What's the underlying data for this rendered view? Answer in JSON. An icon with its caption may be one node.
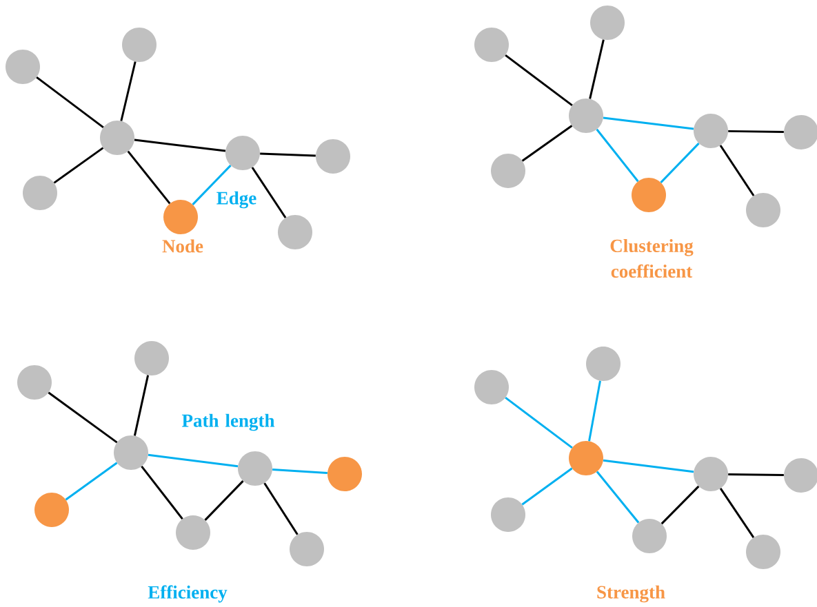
{
  "diagram": {
    "nodes": [
      {
        "text": [],
        "shape": "circle"
      },
      {
        "text": [],
        "shape": "circle"
      },
      {
        "text": [],
        "shape": "circle"
      },
      {
        "text": [],
        "shape": "circle"
      },
      {
        "text": [],
        "shape": "circle"
      },
      {
        "text": [],
        "shape": "circle"
      },
      {
        "text": [],
        "shape": "circle"
      },
      {
        "text": [],
        "shape": "circle"
      },
      {
        "text": [],
        "shape": "circle"
      },
      {
        "text": [],
        "shape": "circle"
      },
      {
        "text": [],
        "shape": "circle"
      },
      {
        "text": [],
        "shape": "circle"
      },
      {
        "text": [],
        "shape": "circle"
      },
      {
        "text": [],
        "shape": "circle"
      },
      {
        "text": [],
        "shape": "circle"
      },
      {
        "text": [],
        "shape": "circle"
      },
      {
        "text": [],
        "shape": "circle"
      },
      {
        "text": [],
        "shape": "circle"
      },
      {
        "text": [],
        "shape": "circle"
      },
      {
        "text": [],
        "shape": "circle"
      },
      {
        "text": [],
        "shape": "circle"
      },
      {
        "text": [],
        "shape": "circle"
      },
      {
        "text": [],
        "shape": "circle"
      },
      {
        "text": [],
        "shape": "circle"
      },
      {
        "text": [],
        "shape": "circle"
      },
      {
        "text": [],
        "shape": "circle"
      },
      {
        "text": [],
        "shape": "circle"
      },
      {
        "text": [],
        "shape": "circle"
      },
      {
        "text": [],
        "shape": "circle"
      },
      {
        "text": [],
        "shape": "circle"
      },
      {
        "text": [],
        "shape": "circle"
      },
      {
        "text": [],
        "shape": "circle"
      }
    ],
    "edges": [
      {
        "from": 0,
        "to": 2,
        "arrow": "none"
      },
      {
        "from": 1,
        "to": 2,
        "arrow": "none"
      },
      {
        "from": 3,
        "to": 2,
        "arrow": "none"
      },
      {
        "from": 2,
        "to": 4,
        "arrow": "none"
      },
      {
        "from": 2,
        "to": 6,
        "arrow": "none"
      },
      {
        "from": 6,
        "to": 4,
        "arrow": "none",
        "color": "#00b0f0"
      },
      {
        "from": 4,
        "to": 5,
        "arrow": "none"
      },
      {
        "from": 4,
        "to": 7,
        "arrow": "none"
      },
      {
        "from": 8,
        "to": 10,
        "arrow": "none"
      },
      {
        "from": 9,
        "to": 10,
        "arrow": "none"
      },
      {
        "from": 11,
        "to": 10,
        "arrow": "none"
      },
      {
        "from": 10,
        "to": 12,
        "arrow": "none",
        "color": "#00b0f0"
      },
      {
        "from": 10,
        "to": 14,
        "arrow": "none",
        "color": "#00b0f0"
      },
      {
        "from": 14,
        "to": 12,
        "arrow": "none",
        "color": "#00b0f0"
      },
      {
        "from": 12,
        "to": 13,
        "arrow": "none"
      },
      {
        "from": 12,
        "to": 15,
        "arrow": "none"
      },
      {
        "from": 16,
        "to": 18,
        "arrow": "none"
      },
      {
        "from": 17,
        "to": 18,
        "arrow": "none"
      },
      {
        "from": 19,
        "to": 18,
        "arrow": "none",
        "color": "#00b0f0"
      },
      {
        "from": 18,
        "to": 20,
        "arrow": "none",
        "color": "#00b0f0"
      },
      {
        "from": 18,
        "to": 22,
        "arrow": "none"
      },
      {
        "from": 22,
        "to": 20,
        "arrow": "none"
      },
      {
        "from": 20,
        "to": 21,
        "arrow": "none",
        "color": "#00b0f0"
      },
      {
        "from": 20,
        "to": 23,
        "arrow": "none"
      },
      {
        "from": 24,
        "to": 26,
        "arrow": "none",
        "color": "#00b0f0"
      },
      {
        "from": 25,
        "to": 26,
        "arrow": "none",
        "color": "#00b0f0"
      },
      {
        "from": 27,
        "to": 26,
        "arrow": "none",
        "color": "#00b0f0"
      },
      {
        "from": 26,
        "to": 28,
        "arrow": "none",
        "color": "#00b0f0"
      },
      {
        "from": 26,
        "to": 30,
        "arrow": "none",
        "color": "#00b0f0"
      },
      {
        "from": 30,
        "to": 28,
        "arrow": "none"
      },
      {
        "from": 28,
        "to": 29,
        "arrow": "none"
      },
      {
        "from": 28,
        "to": 31,
        "arrow": "none"
      }
    ],
    "labels": [
      "Edge",
      "Node",
      "Clustering coefficient",
      "Path length",
      "Efficiency",
      "Strength"
    ]
  }
}
